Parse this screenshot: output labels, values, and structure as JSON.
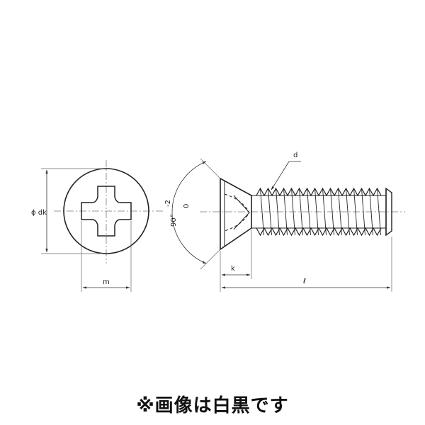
{
  "labels": {
    "diameter_head": "ϕ dk",
    "cross_width": "m",
    "thread_diameter": "d",
    "head_height": "k",
    "length": "ℓ",
    "angle": "90°",
    "angle_tol_upper": "-2",
    "angle_tol_lower": "0"
  },
  "note": "※画像は白黒です"
}
